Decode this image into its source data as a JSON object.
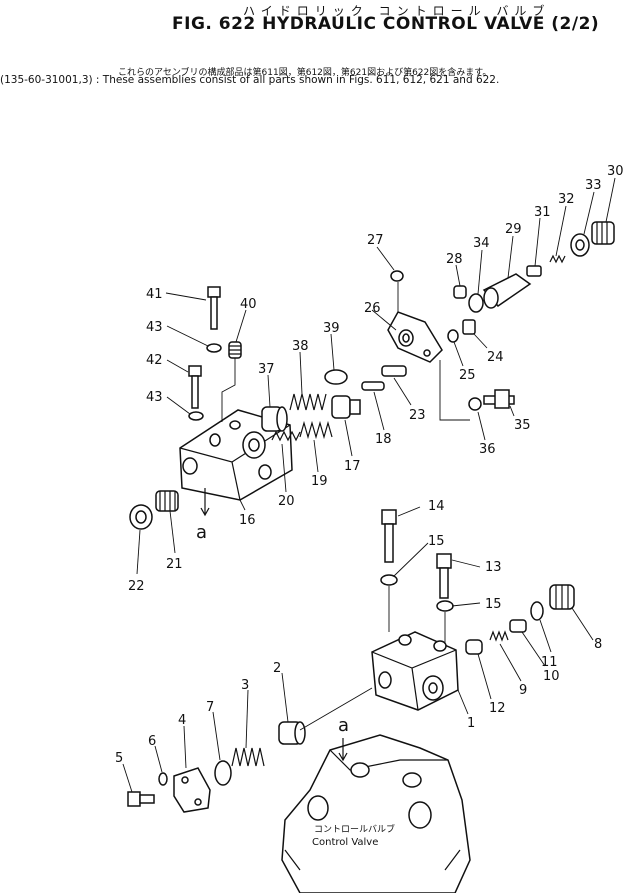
{
  "header": {
    "title_jp": "ハイドロリック コントロール バルブ",
    "title": "FIG. 622  HYDRAULIC CONTROL VALVE (2/2)",
    "note_jp": "これらのアセンブリの構成部品は第611図，第612図，第621図および第622図を含みます。",
    "note": "(135-60-31001,3) : These assemblies consist of all parts shown in Figs.  611, 612, 621 and 622."
  },
  "diagram": {
    "view_marker": "a",
    "base_caption_jp": "コントロールバルブ",
    "base_caption": "Control Valve",
    "callouts": {
      "c1": "1",
      "c2": "2",
      "c3": "3",
      "c4": "4",
      "c5": "5",
      "c6": "6",
      "c7": "7",
      "c8": "8",
      "c9": "9",
      "c10": "10",
      "c11": "11",
      "c12": "12",
      "c13": "13",
      "c14": "14",
      "c15a": "15",
      "c15b": "15",
      "c16": "16",
      "c17": "17",
      "c18": "18",
      "c19": "19",
      "c20": "20",
      "c21": "21",
      "c22": "22",
      "c23": "23",
      "c24": "24",
      "c25": "25",
      "c26": "26",
      "c27": "27",
      "c28": "28",
      "c29": "29",
      "c30": "30",
      "c31": "31",
      "c32": "32",
      "c33": "33",
      "c34": "34",
      "c35": "35",
      "c36": "36",
      "c37": "37",
      "c38": "38",
      "c39": "39",
      "c40": "40",
      "c41": "41",
      "c42": "42",
      "c43a": "43",
      "c43b": "43"
    }
  }
}
